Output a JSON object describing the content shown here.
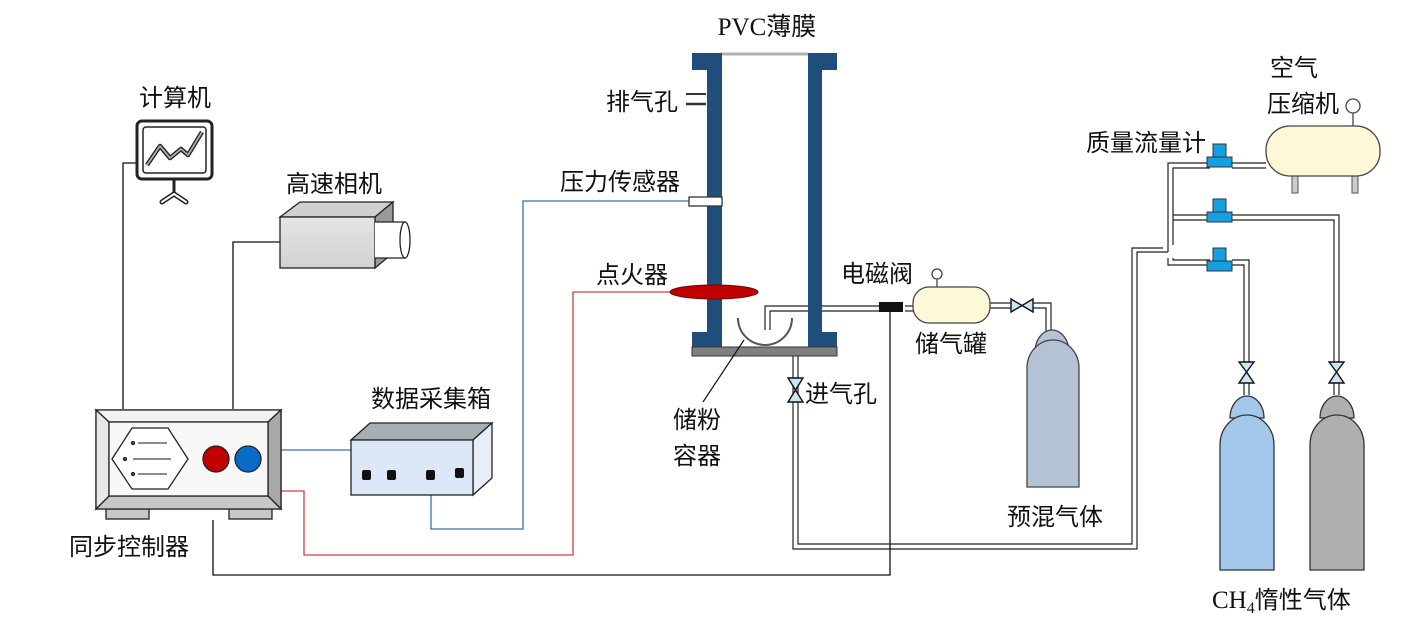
{
  "diagram": {
    "title": "Dust explosion experimental apparatus schematic",
    "labels": {
      "pvc_film": "PVC薄膜",
      "exhaust_hole": "排气孔",
      "pressure_sensor": "压力传感器",
      "igniter": "点火器",
      "solenoid_valve": "电磁阀",
      "gas_tank": "储气罐",
      "powder_container_line1": "储粉",
      "powder_container_line2": "容器",
      "inlet_hole": "进气孔",
      "premixed_gas": "预混气体",
      "computer": "计算机",
      "high_speed_camera": "高速相机",
      "data_acquisition_box": "数据采集箱",
      "sync_controller": "同步控制器",
      "mass_flow_meter": "质量流量计",
      "air_compressor_line1": "空气",
      "air_compressor_line2": "压缩机",
      "ch4_label": "CH",
      "ch4_subscript": "4",
      "inert_gas": "惰性气体"
    },
    "colors": {
      "tube_wall": "#1f4e7a",
      "base_plate": "#808080",
      "igniter": "#c00000",
      "signal_blue": "#2e75b6",
      "signal_red": "#d04040",
      "flow_meter": "#14a0e0",
      "tank_fill": "#fdf8d8",
      "premix_cylinder": "#b4c2d6",
      "ch4_cylinder": "#a4c8ec",
      "inert_cylinder": "#b0aeae",
      "controller_red_button": "#c00000",
      "controller_blue_button": "#0a6ac8",
      "daq_box": "#dce8f8",
      "valve_fill": "#c8e4f6"
    }
  }
}
